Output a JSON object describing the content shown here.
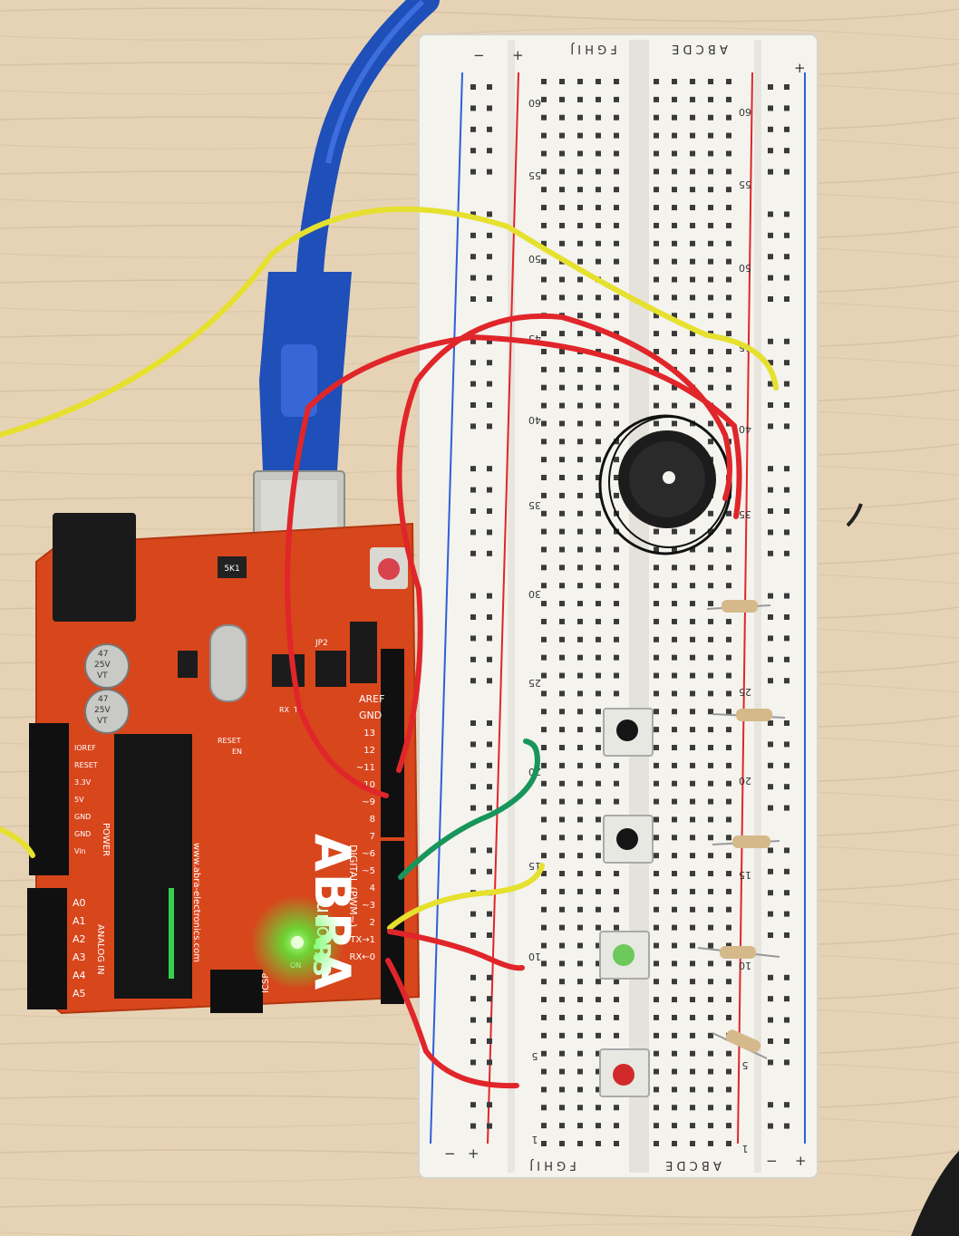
{
  "breadboard": {
    "col_letters_left": "F G H I J",
    "col_letters_right": "A B C D E",
    "row_numbers": [
      "60",
      "55",
      "50",
      "45",
      "40",
      "35",
      "30",
      "25",
      "20",
      "15",
      "10",
      "5",
      "1"
    ],
    "rail_plus": "+",
    "rail_minus": "−"
  },
  "arduino": {
    "brand": "ABRA",
    "model": "uno",
    "revision": "R3",
    "website": "www.abra-electronics.com",
    "reset_label": "RESET",
    "en_label": "EN",
    "icsp_label": "ICSP",
    "jp2_label": "JP2",
    "digital_label": "DIGITAL (PWM~)",
    "aref_label": "AREF",
    "gnd_label": "GND",
    "tx_label": "TX",
    "rx_label": "RX",
    "on_label": "ON",
    "resistor_label": "5K1",
    "digital_pins": [
      "13",
      "12",
      "~11",
      "~10",
      "~9",
      "8",
      "7",
      "~6",
      "~5",
      "4",
      "~3",
      "2",
      "TX→1",
      "RX←0"
    ],
    "power_pins": [
      "IOREF",
      "RESET",
      "3.3V",
      "5V",
      "GND",
      "GND",
      "Vin"
    ],
    "power_header": "POWER",
    "analog_pins": [
      "A0",
      "A1",
      "A2",
      "A3",
      "A4",
      "A5"
    ],
    "analog_header": "ANALOG IN",
    "capacitor_1": [
      "47",
      "25V",
      "VT"
    ],
    "capacitor_2": [
      "47",
      "25V",
      "VT"
    ]
  },
  "colors": {
    "table": "#e6d3b6",
    "board_red": "#d8461c",
    "usb_blue": "#1f4fb8",
    "wire_red": "#e0262a",
    "wire_yellow": "#e6e02e",
    "wire_green": "#17955a",
    "breadboard": "#f4f3ee",
    "led_green": "#4bff3a"
  }
}
